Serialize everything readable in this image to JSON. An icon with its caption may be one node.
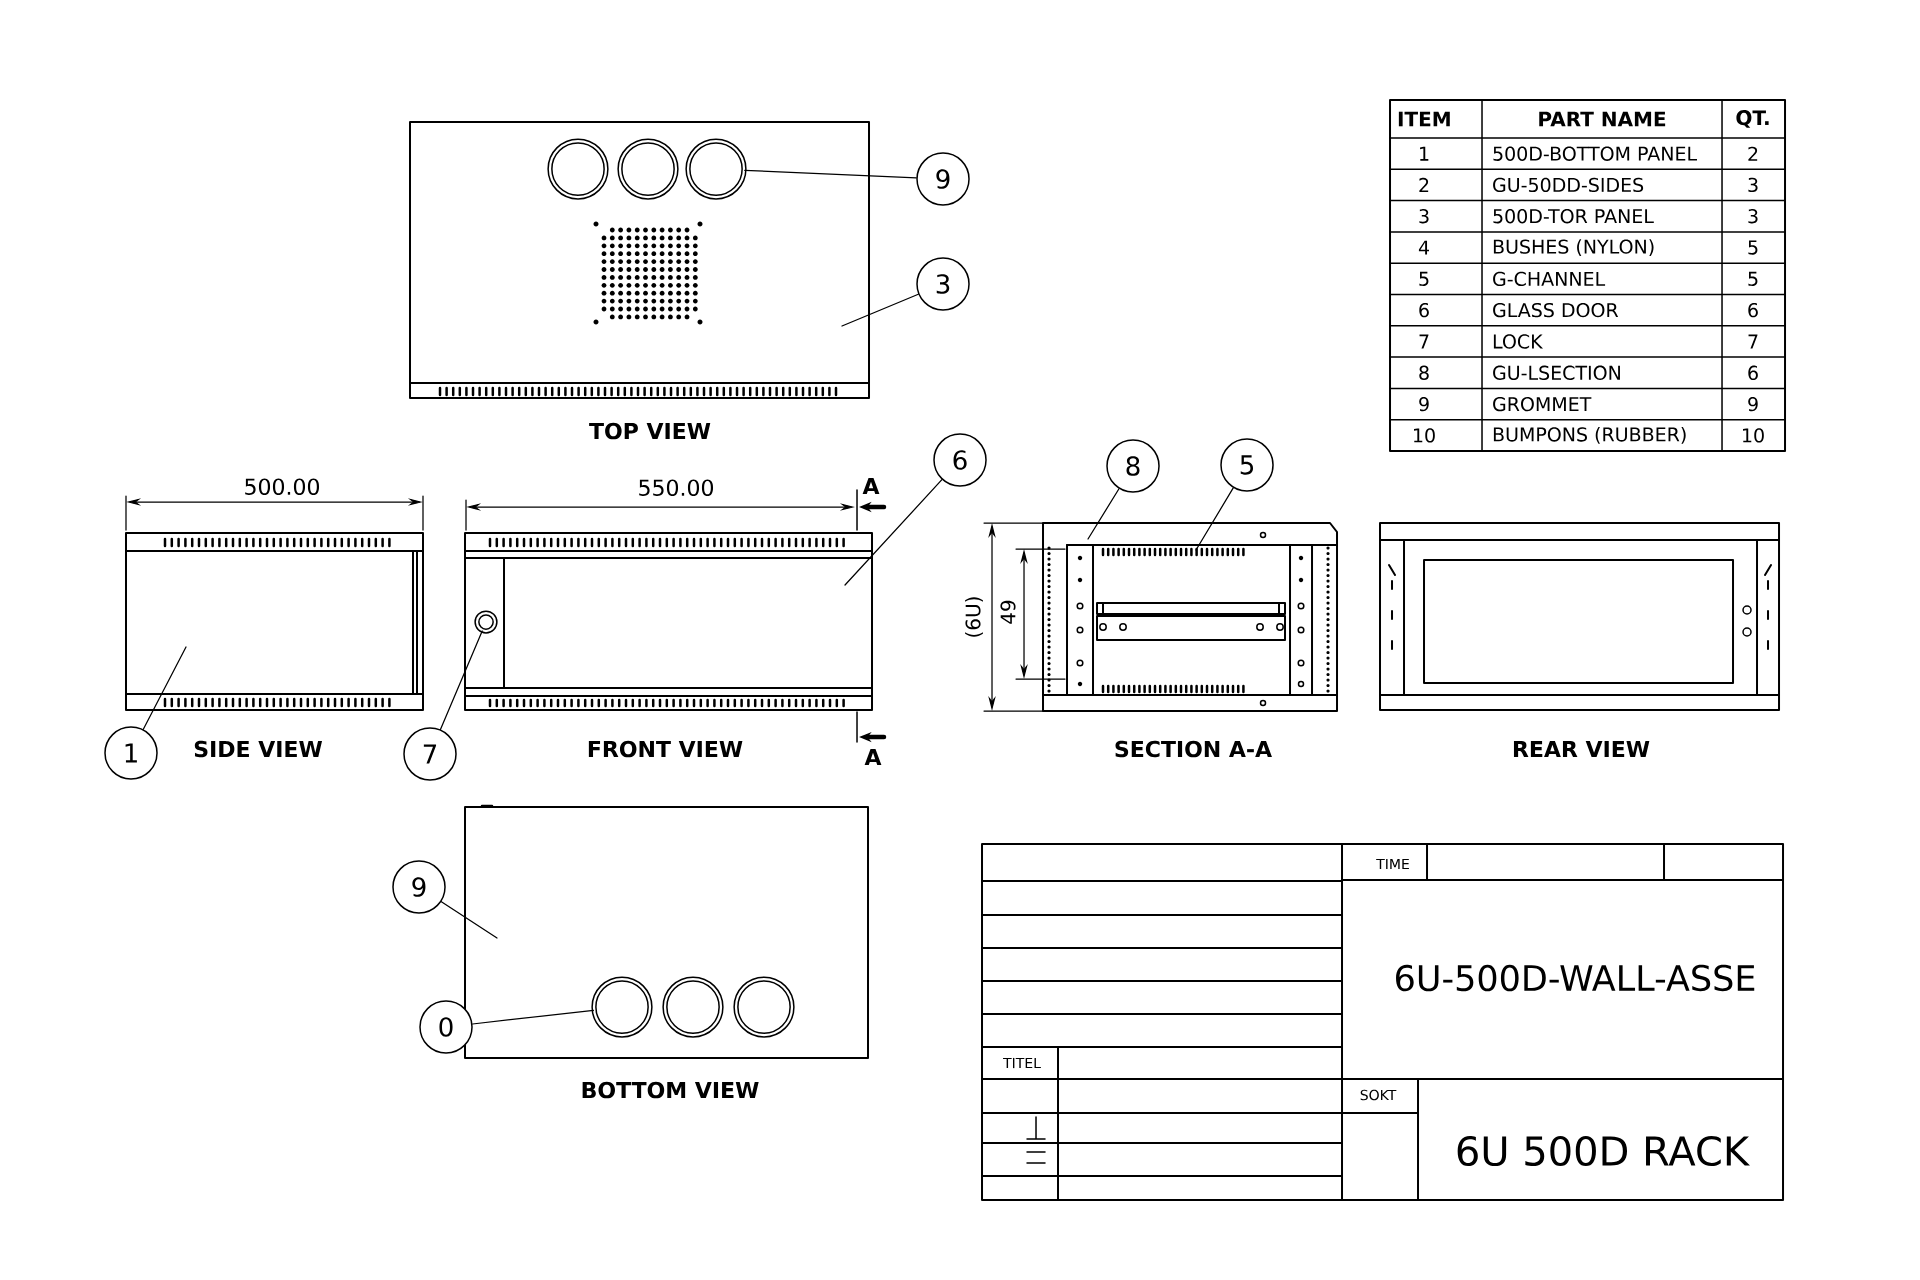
{
  "diagram": {
    "nodes": [
      {
        "text": [
          "TOP VIEW"
        ]
      },
      {
        "text": [],
        "shape": "circle",
        "in": 0
      },
      {
        "text": [
          "9"
        ]
      },
      {
        "text": [
          "3"
        ]
      },
      {
        "text": [
          "SIDE VIEW"
        ]
      },
      {
        "text": [
          "1"
        ]
      },
      {
        "text": [
          "FRONT VIEW"
        ]
      },
      {
        "text": [],
        "shape": "circle",
        "in": 6
      },
      {
        "text": [
          "7"
        ]
      },
      {
        "text": [
          "6"
        ]
      },
      {
        "text": [
          "SECTION A-A"
        ]
      },
      {
        "text": [
          "8"
        ]
      },
      {
        "text": [
          "5"
        ]
      },
      {
        "text": [
          "REAR VIEW"
        ]
      },
      {
        "text": [
          "BOTTOM VIEW"
        ]
      },
      {
        "text": [
          "9"
        ]
      },
      {
        "text": [],
        "shape": "circle",
        "in": 14
      },
      {
        "text": [
          "0"
        ]
      }
    ],
    "edges": [
      {
        "from": 2,
        "to": 1,
        "arrow": "none"
      },
      {
        "from": 3,
        "to": 0,
        "arrow": "none"
      },
      {
        "from": 5,
        "to": 4,
        "arrow": "none"
      },
      {
        "from": 8,
        "to": 7,
        "arrow": "none"
      },
      {
        "from": 9,
        "to": 6,
        "arrow": "none"
      },
      {
        "from": 11,
        "to": 10,
        "arrow": "none"
      },
      {
        "from": 12,
        "to": 10,
        "arrow": "none"
      },
      {
        "from": 15,
        "to": 14,
        "arrow": "none"
      },
      {
        "from": 17,
        "to": 16,
        "arrow": "none"
      }
    ],
    "labels": [
      "500.00",
      "550.00",
      "A",
      "A",
      "(6U)",
      "49",
      "ITEM",
      "PART NAME",
      "QT.",
      "1",
      "500D-BOTTOM PANEL",
      "2",
      "2",
      "GU-50DD-SIDES",
      "3",
      "3",
      "500D-TOR PANEL",
      "3",
      "4",
      "BUSHES (NYLON)",
      "5",
      "5",
      "G-CHANNEL",
      "5",
      "6",
      "GLASS DOOR",
      "6",
      "7",
      "LOCK",
      "7",
      "8",
      "GU-LSECTION",
      "6",
      "9",
      "GROMMET",
      "9",
      "10",
      "BUMPONS (RUBBER)",
      "10",
      "TIME",
      "6U-500D-WALL-ASSE",
      "TITEL",
      "SOKT",
      "6U 500D RACK"
    ]
  }
}
